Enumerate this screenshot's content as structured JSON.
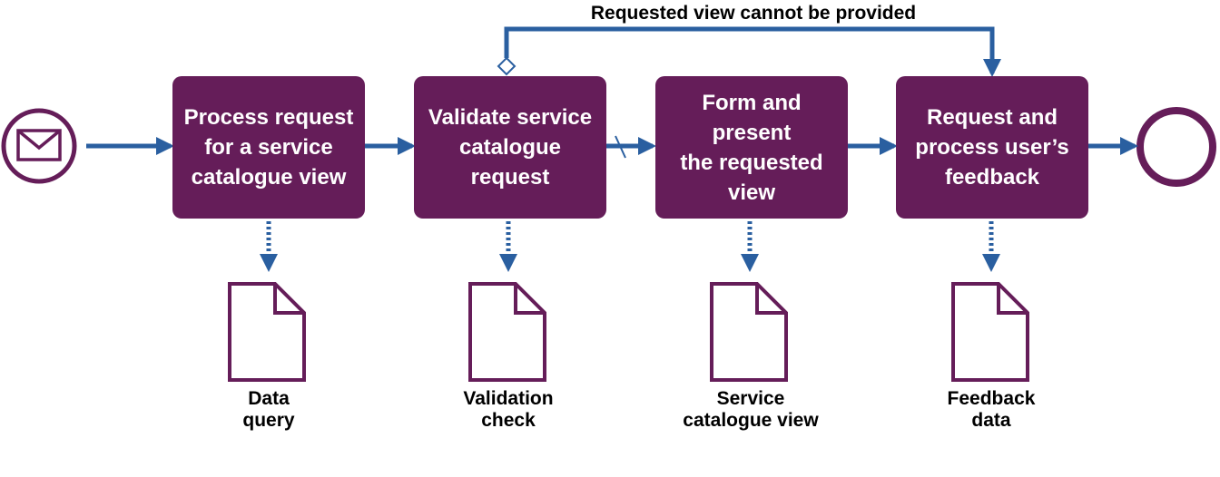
{
  "colors": {
    "task_fill": "#651d59",
    "flow": "#2a5fa0",
    "event_outline": "#651d59",
    "document_outline": "#651d59",
    "text_on_task": "#ffffff",
    "text": "#000000"
  },
  "start_event": {
    "icon": "envelope-icon"
  },
  "end_event": {
    "icon": "circle"
  },
  "tasks": [
    {
      "label": "Process request\nfor a service\ncatalogue view"
    },
    {
      "label": "Validate service\ncatalogue\nrequest"
    },
    {
      "label": "Form and present\nthe requested\nview"
    },
    {
      "label": "Request and\nprocess user’s\nfeedback"
    }
  ],
  "documents": [
    {
      "label": "Data\nquery",
      "icon": "document-icon"
    },
    {
      "label": "Validation\ncheck",
      "icon": "document-icon"
    },
    {
      "label": "Service\ncatalogue view",
      "icon": "document-icon"
    },
    {
      "label": "Feedback\ndata",
      "icon": "document-icon"
    }
  ],
  "loop_flow": {
    "label": "Requested view cannot be provided"
  }
}
